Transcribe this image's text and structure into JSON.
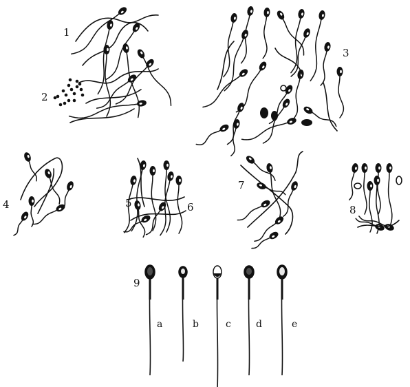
{
  "figure": {
    "ink_color": "#111111",
    "background": "#ffffff",
    "panel_labels": {
      "p1": "1",
      "p2": "2",
      "p3": "3",
      "p4": "4",
      "p5": "5",
      "p6": "6",
      "p7": "7",
      "p8": "8",
      "p9": "9"
    },
    "row9_sublabels": {
      "a": "a",
      "b": "b",
      "c": "c",
      "d": "d",
      "e": "e"
    }
  }
}
